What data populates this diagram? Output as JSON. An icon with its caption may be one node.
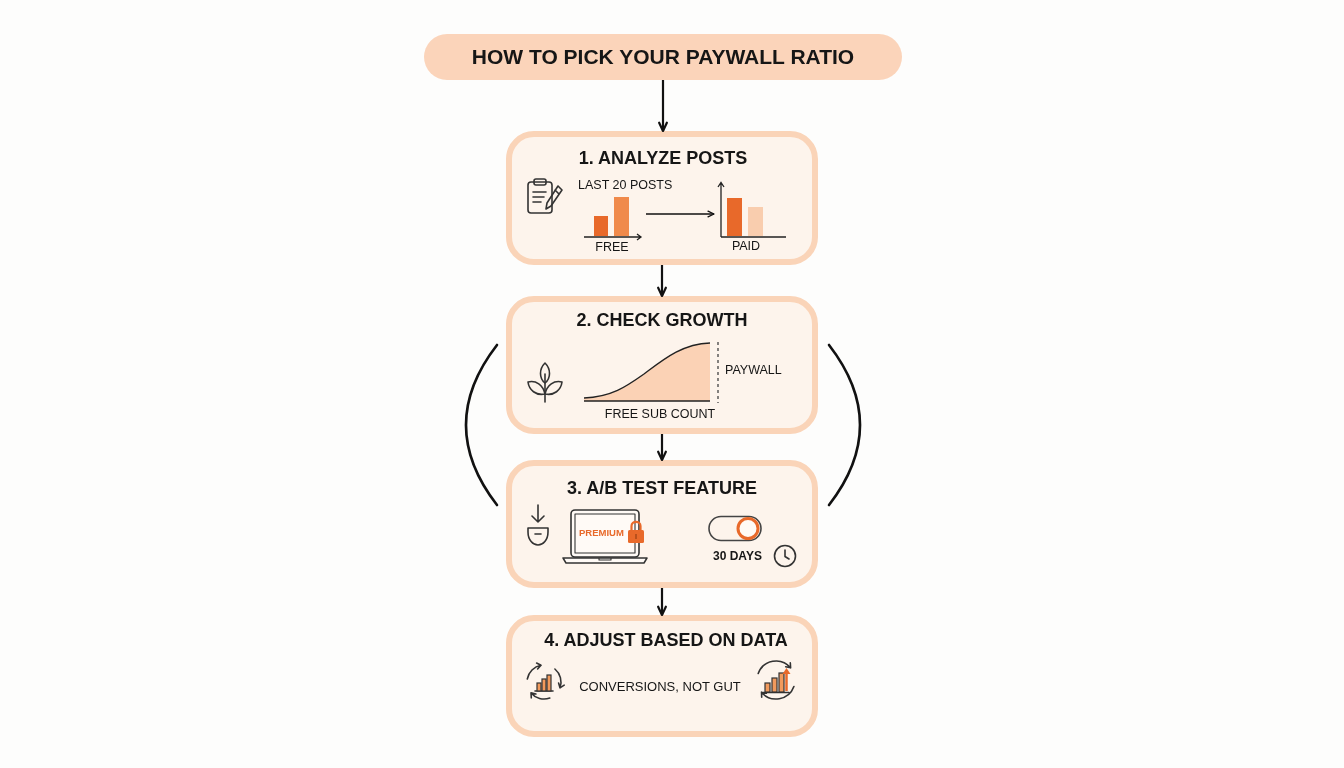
{
  "diagram": {
    "nodes": [
      {
        "text": [
          "HOW TO PICK YOUR PAYWALL RATIO"
        ]
      },
      {
        "text": [
          "1. ANALYZE POSTS",
          "LAST 20 POSTS"
        ]
      },
      {
        "text": [
          "FREE"
        ],
        "in": 1
      },
      {
        "text": [
          "PAID"
        ],
        "in": 1
      },
      {
        "text": [
          "2. CHECK GROWTH",
          "PAYWALL",
          "FREE SUB COUNT"
        ]
      },
      {
        "text": [
          "3. A/B TEST FEATURE",
          "PREMIUM",
          "30 DAYS"
        ]
      },
      {
        "text": [
          "4. ADJUST BASED ON DATA",
          "CONVERSIONS, NOT GUT"
        ]
      }
    ],
    "edges": [
      {
        "from": 0,
        "to": 1,
        "arrow": "to"
      },
      {
        "from": 2,
        "to": 3,
        "arrow": "to"
      },
      {
        "from": 1,
        "to": 4,
        "arrow": "to"
      },
      {
        "from": 4,
        "to": 5,
        "arrow": "to"
      },
      {
        "from": 5,
        "to": 6,
        "arrow": "to"
      }
    ]
  }
}
